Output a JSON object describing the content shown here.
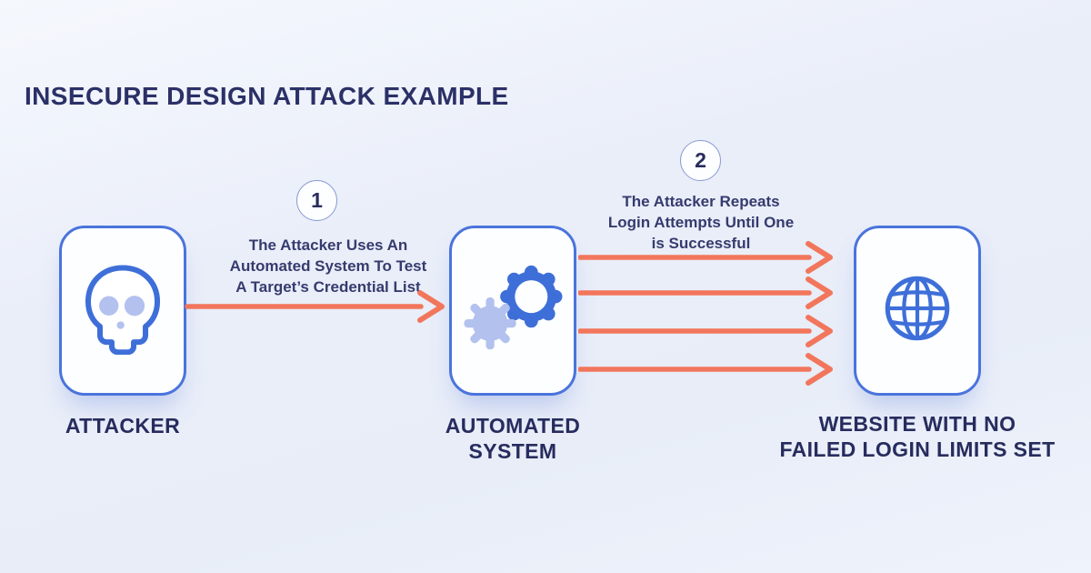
{
  "title": "INSECURE DESIGN ATTACK EXAMPLE",
  "colors": {
    "background": "#EAEEF9",
    "card_border_blue": "#4A74DC",
    "icon_blue": "#3E6FD9",
    "icon_lavender": "#B3C1EF",
    "arrow_orange": "#F2765C",
    "text_navy": "#272C5E"
  },
  "nodes": {
    "attacker": {
      "label": "ATTACKER",
      "icon": "skull-icon"
    },
    "system": {
      "label": "AUTOMATED\nSYSTEM",
      "icon": "gears-icon"
    },
    "website": {
      "label": "WEBSITE WITH NO\nFAILED LOGIN LIMITS SET",
      "icon": "globe-icon"
    }
  },
  "steps": {
    "step1": {
      "number": "1",
      "text": "The Attacker Uses An\nAutomated System To Test\nA Target’s Credential List"
    },
    "step2": {
      "number": "2",
      "text": "The Attacker Repeats\nLogin Attempts Until One\nis Successful"
    }
  }
}
